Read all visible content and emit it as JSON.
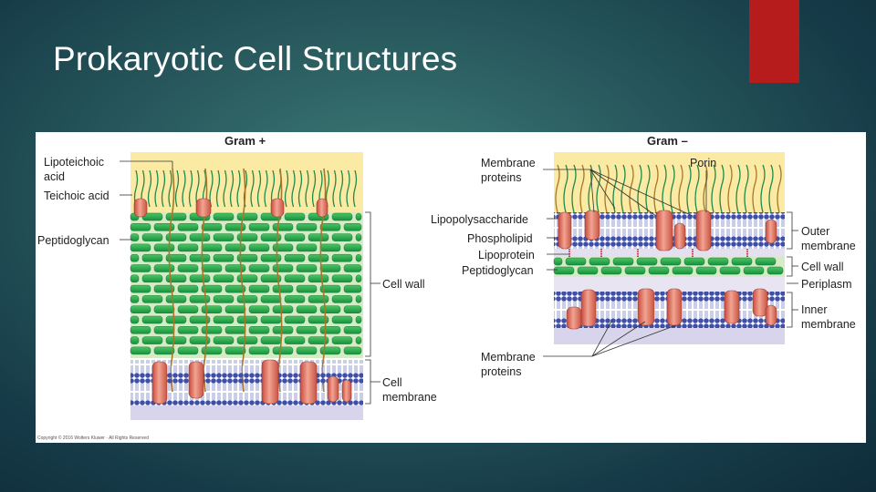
{
  "slide": {
    "title": "Prokaryotic Cell Structures",
    "accent_color": "#b61c1c"
  },
  "figure": {
    "gram_positive": {
      "header": "Gram +",
      "labels": {
        "lipoteichoic_1": "Lipoteichoic",
        "lipoteichoic_2": "acid",
        "teichoic": "Teichoic acid",
        "peptidoglycan": "Peptidoglycan",
        "cell_wall": "Cell wall",
        "cell_membrane_1": "Cell",
        "cell_membrane_2": "membrane"
      }
    },
    "gram_negative": {
      "header": "Gram –",
      "labels": {
        "membrane_proteins_top_1": "Membrane",
        "membrane_proteins_top_2": "proteins",
        "porin": "Porin",
        "lipopolysaccharide": "Lipopolysaccharide",
        "phospholipid": "Phospholipid",
        "lipoprotein": "Lipoprotein",
        "peptidoglycan": "Peptidoglycan",
        "outer_membrane_1": "Outer",
        "outer_membrane_2": "membrane",
        "cell_wall": "Cell wall",
        "periplasm": "Periplasm",
        "inner_membrane_1": "Inner",
        "inner_membrane_2": "membrane",
        "membrane_proteins_bottom_1": "Membrane",
        "membrane_proteins_bottom_2": "proteins"
      }
    },
    "copyright": "Copyright © 2016 Wolters Kluwer · All Rights Reserved"
  }
}
